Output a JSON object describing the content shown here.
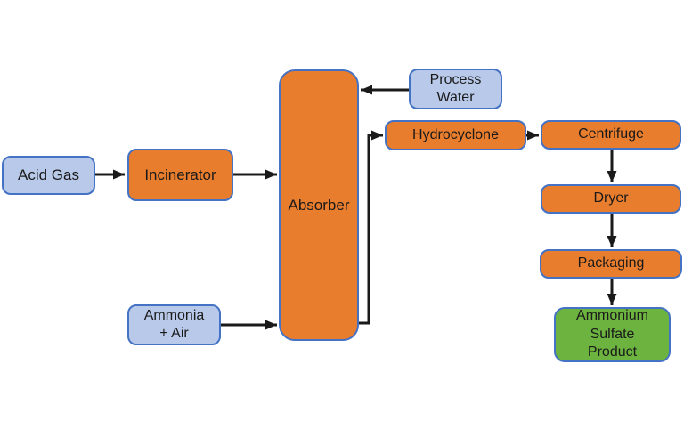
{
  "diagram": {
    "type": "flowchart",
    "background": "#FFFFFF",
    "colors": {
      "feed_fill": "#B8C9E9",
      "process_fill": "#E87D2D",
      "product_fill": "#6CB33F",
      "border": "#4472C4",
      "arrow": "#1A1A1A",
      "text": "#1A1A1A",
      "background": "#FFFFFF"
    },
    "nodes": {
      "acid_gas": {
        "label": "Acid Gas",
        "kind": "feed"
      },
      "incinerator": {
        "label": "Incinerator",
        "kind": "process"
      },
      "absorber": {
        "label": "Absorber",
        "kind": "process"
      },
      "process_water": {
        "label": "Process\nWater",
        "kind": "feed"
      },
      "ammonia_air": {
        "label": "Ammonia\n+ Air",
        "kind": "feed"
      },
      "hydrocyclone": {
        "label": "Hydrocyclone",
        "kind": "process"
      },
      "centrifuge": {
        "label": "Centrifuge",
        "kind": "process"
      },
      "dryer": {
        "label": "Dryer",
        "kind": "process"
      },
      "packaging": {
        "label": "Packaging",
        "kind": "process"
      },
      "ammonium_sulfate_product": {
        "label": "Ammonium\nSulfate\nProduct",
        "kind": "product"
      }
    },
    "edges": [
      {
        "from": "acid_gas",
        "to": "incinerator"
      },
      {
        "from": "incinerator",
        "to": "absorber"
      },
      {
        "from": "ammonia_air",
        "to": "absorber"
      },
      {
        "from": "process_water",
        "to": "absorber"
      },
      {
        "from": "absorber",
        "to": "hydrocyclone"
      },
      {
        "from": "hydrocyclone",
        "to": "centrifuge"
      },
      {
        "from": "centrifuge",
        "to": "dryer"
      },
      {
        "from": "dryer",
        "to": "packaging"
      },
      {
        "from": "packaging",
        "to": "ammonium_sulfate_product"
      }
    ]
  }
}
